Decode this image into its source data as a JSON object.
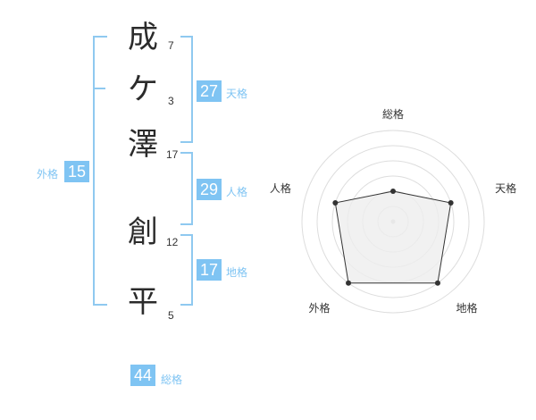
{
  "name_chars": [
    {
      "char": "成",
      "strokes": "7"
    },
    {
      "char": "ケ",
      "strokes": "3"
    },
    {
      "char": "澤",
      "strokes": "17"
    },
    {
      "char": "創",
      "strokes": "12"
    },
    {
      "char": "平",
      "strokes": "5"
    }
  ],
  "kakusu": {
    "tenkaku": {
      "value": "27",
      "label": "天格"
    },
    "jinkaku": {
      "value": "29",
      "label": "人格"
    },
    "chikaku": {
      "value": "17",
      "label": "地格"
    },
    "gaikaku": {
      "value": "15",
      "label": "外格"
    },
    "soukaku": {
      "value": "44",
      "label": "総格"
    }
  },
  "chart_data": {
    "type": "radar",
    "axes": [
      "総格",
      "天格",
      "地格",
      "外格",
      "人格"
    ],
    "values": [
      2,
      4,
      5,
      5,
      4
    ],
    "rmax": 6,
    "rings": [
      1,
      2,
      3,
      4,
      5,
      6
    ],
    "colors": {
      "fill": "#eeeeee",
      "line": "#333333",
      "grid": "#dddddd"
    }
  }
}
